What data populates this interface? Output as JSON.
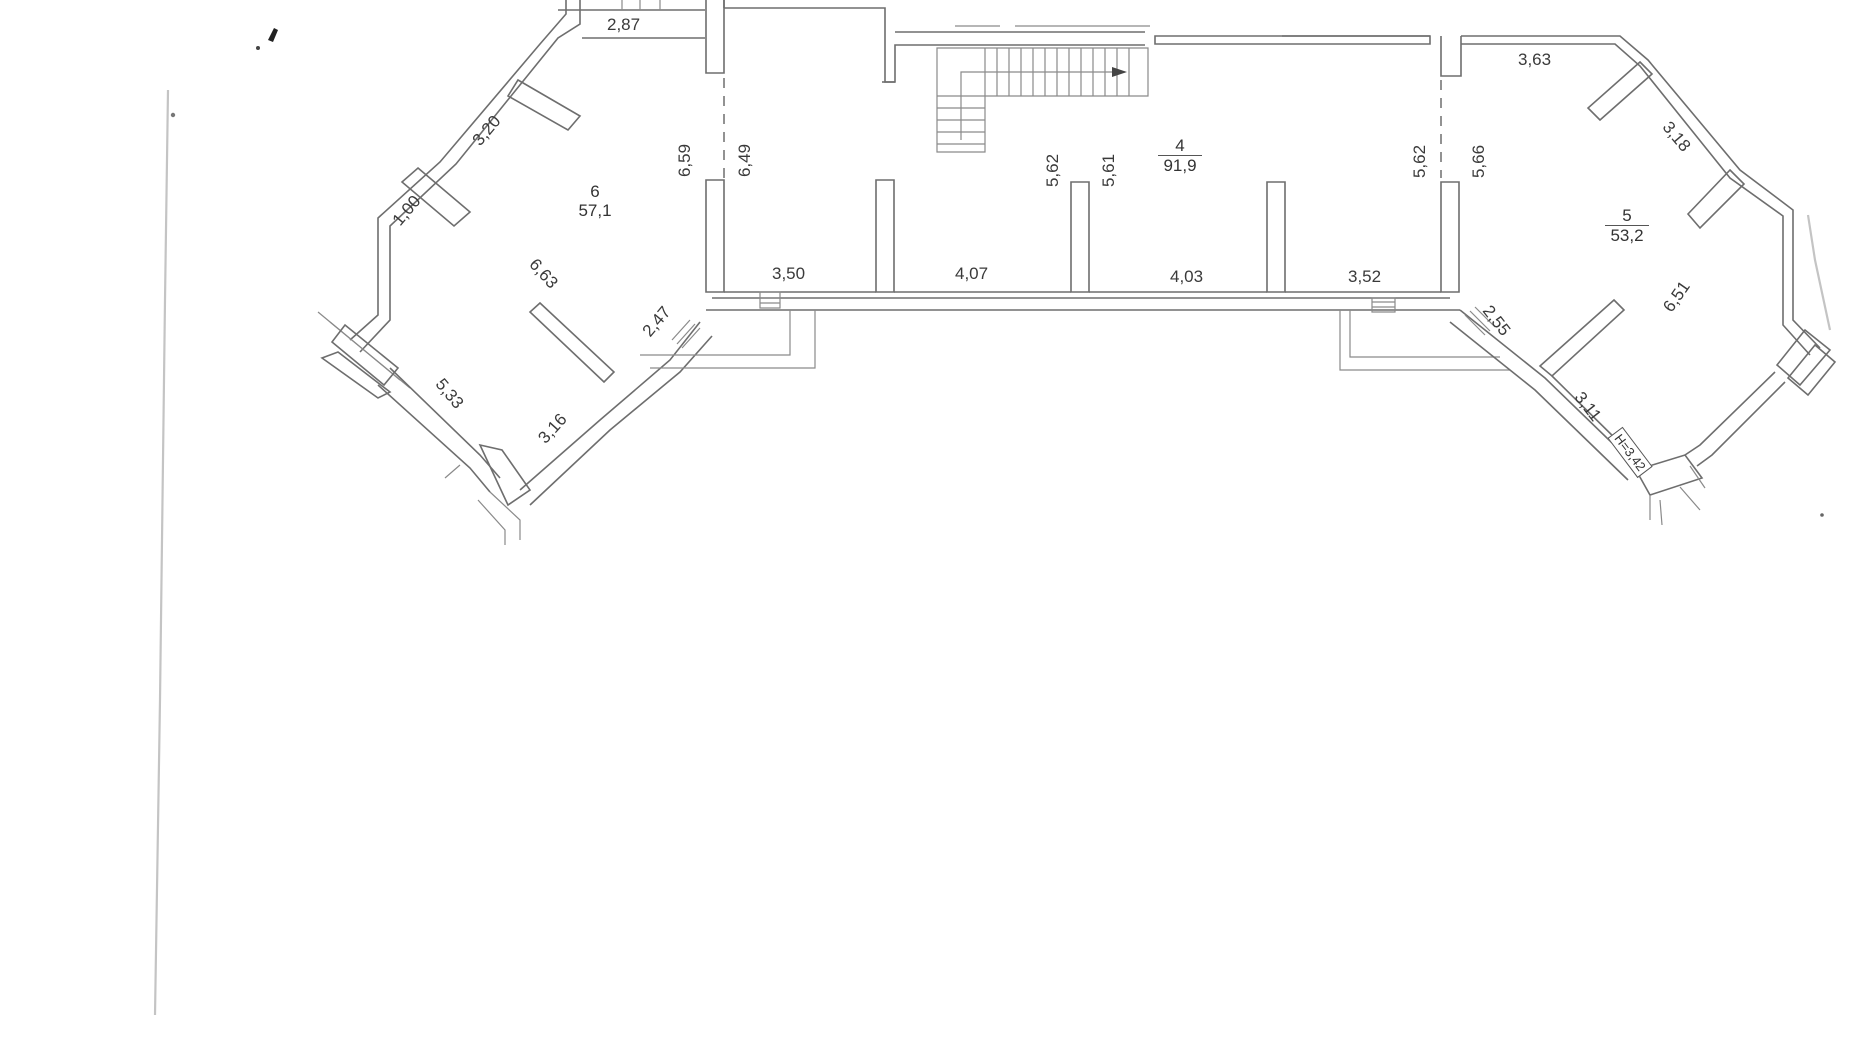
{
  "document": {
    "type": "floor-plan",
    "background": "#ffffff",
    "line_color": "#6e6e6e"
  },
  "rooms": [
    {
      "id": "room-6",
      "number": "6",
      "area": "57,1"
    },
    {
      "id": "room-4",
      "number": "4",
      "area": "91,9"
    },
    {
      "id": "room-5",
      "number": "5",
      "area": "53,2"
    }
  ],
  "dimensions": {
    "d_2_87": "2,87",
    "d_3_20": "3,20",
    "d_1_00": "1,00",
    "d_6_63": "6,63",
    "d_5_33": "5,33",
    "d_3_16": "3,16",
    "d_2_47": "2,47",
    "d_6_59": "6,59",
    "d_6_49": "6,49",
    "d_3_50": "3,50",
    "d_4_07": "4,07",
    "d_5_62_left": "5,62",
    "d_5_61": "5,61",
    "d_4_03": "4,03",
    "d_3_52": "3,52",
    "d_5_62_right": "5,62",
    "d_5_66": "5,66",
    "d_3_63": "3,63",
    "d_3_18": "3,18",
    "d_6_51": "6,51",
    "d_2_55": "2,55",
    "d_3_11": "3,11"
  },
  "height_mark": "H=3,42"
}
